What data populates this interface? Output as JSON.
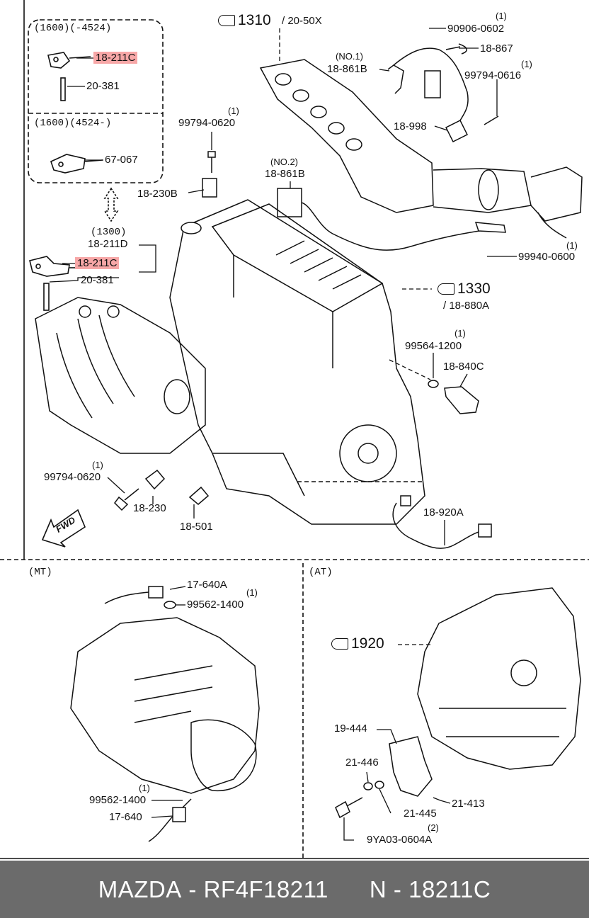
{
  "footer": {
    "brand": "MAZDA",
    "oem_number": "RF4F18211",
    "ref_prefix": "N",
    "ref_number": "18211C"
  },
  "highlight_color": "#f7a7a7",
  "callouts": {
    "box_1600_a": "(1600)(-4524)",
    "box_1600_b": "(1600)(4524-)",
    "hl_top": "18-211C",
    "pin_top": "20-381",
    "sensor_067": "67-067",
    "grp_1300": "(1300)",
    "p_211d": "18-211D",
    "hl_mid": "18-211C",
    "pin_mid": "20-381",
    "ref_1310": "1310",
    "ref_1310_sub": "/ 20-50X",
    "q_0602": "(1)",
    "p_0602": "90906-0602",
    "p_867": "18-867",
    "no1": "(NO.1)",
    "p_861b_1": "18-861B",
    "q_0616": "(1)",
    "p_0616": "99794-0616",
    "p_998": "18-998",
    "q_0620_top": "(1)",
    "p_0620_top": "99794-0620",
    "no2": "(NO.2)",
    "p_861b_2": "18-861B",
    "p_230b": "18-230B",
    "q_0600": "(1)",
    "p_0600": "99940-0600",
    "ref_1330": "1330",
    "ref_1330_sub": "/ 18-880A",
    "q_1200": "(1)",
    "p_1200": "99564-1200",
    "p_840c": "18-840C",
    "q_0620_bot": "(1)",
    "p_0620_bot": "99794-0620",
    "p_230": "18-230",
    "p_501": "18-501",
    "p_920a": "18-920A",
    "fwd": "FWD",
    "mt": "(MT)",
    "at": "(AT)",
    "p_640a": "17-640A",
    "q_1400_top": "(1)",
    "p_1400_top": "99562-1400",
    "q_1400_bot": "(1)",
    "p_1400_bot": "99562-1400",
    "p_640": "17-640",
    "ref_1920": "1920",
    "p_444": "19-444",
    "p_446": "21-446",
    "p_413": "21-413",
    "p_445": "21-445",
    "q_0604": "(2)",
    "p_0604": "9YA03-0604A"
  }
}
